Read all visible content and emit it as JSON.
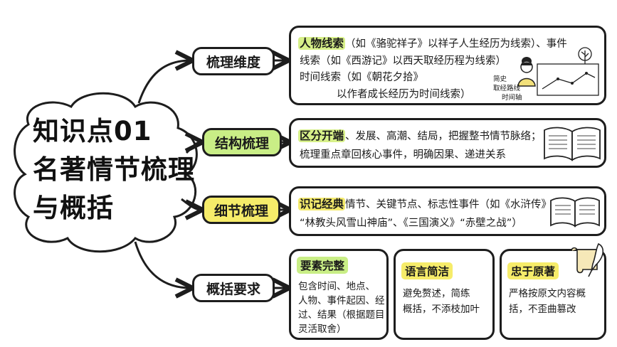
{
  "center": {
    "line1": "知识点01",
    "line2": "名著情节梳理",
    "line3": "与概括"
  },
  "branches": {
    "dimension": "梳理维度",
    "structure": "结构梳理",
    "detail": "细节梳理",
    "summary": "概括要求"
  },
  "dimension_box": {
    "l1_key": "人物线索",
    "l1_rest": "（如《骆驼祥子》以祥子人生经历为线索）、事件",
    "l2": "线索（如《西游记》以西天取经历程为线索）",
    "l3": "时间线索（如《朝花夕拾》",
    "l4": "以作者成长经历为时间线索）",
    "sketch_label1": "简史",
    "sketch_label2": "取经路线",
    "sketch_label3": "时间轴"
  },
  "structure_box": {
    "l1_key": "区分开端",
    "l1_rest": "、发展、高潮、结局，把握整书情节脉络；",
    "l2": "梳理重点章回核心事件，明确因果、递进关系"
  },
  "detail_box": {
    "l1_key": "识记经典",
    "l1_rest": "情节、关键节点、标志性事件（如《水浒传》",
    "l2": "“林教头风雪山神庙”、《三国演义》“赤壁之战”）"
  },
  "summary_boxes": [
    {
      "title": "要素完整",
      "lines": [
        "包含时间、地点、",
        "人物、事件起因、经",
        "过、结果（根据题目",
        "灵活取舍）"
      ]
    },
    {
      "title": "语言简洁",
      "lines": [
        "避免赘述，简练",
        "概括，不添枝加叶"
      ]
    },
    {
      "title": "忠于原著",
      "lines": [
        "严格按原文内容概",
        "括，不歪曲篡改"
      ]
    }
  ],
  "colors": {
    "outline": "#1d1d1d",
    "yellow_highlight": "#f6ec6a",
    "green_highlight": "#c9ee86"
  },
  "icons": [
    "open-book-icon",
    "scroll-quill-icon",
    "tree-sketch-icon",
    "girl-avatar-icon"
  ]
}
